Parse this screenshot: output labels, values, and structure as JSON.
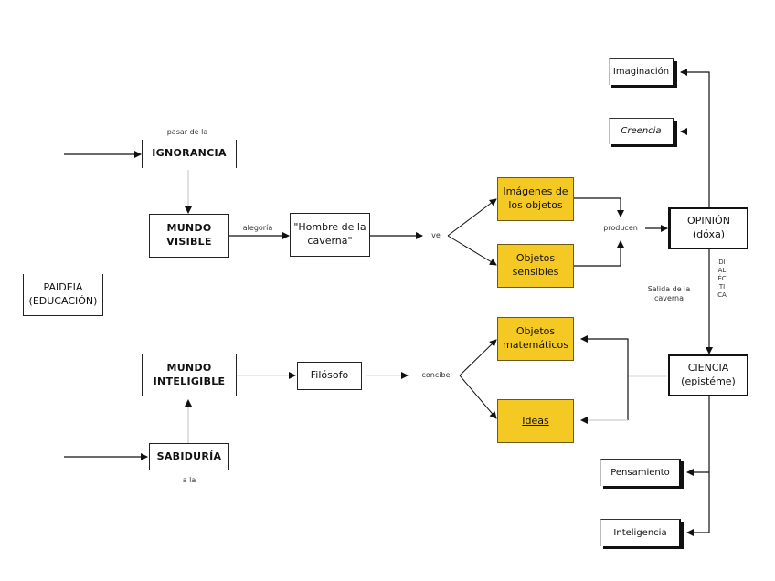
{
  "diagram": {
    "nodes": {
      "paideia": "PAIDEIA\n(EDUCACIÓN)",
      "ignorancia": "IGNORANCIA",
      "mundo_visible": "MUNDO\nVISIBLE",
      "hombre_caverna": "\"Hombre de la\ncaverna\"",
      "imagenes_objetos": "Imágenes de\nlos objetos",
      "objetos_sensibles": "Objetos\nsensibles",
      "opinion": "OPINIÓN\n(dóxa)",
      "imaginacion": "Imaginación",
      "creencia": "Creencia",
      "mundo_inteligible": "MUNDO\nINTELIGIBLE",
      "sabiduria": "SABIDURÍA",
      "filosofo": "Filósofo",
      "objetos_matematicos": "Objetos\nmatemáticos",
      "ideas": "Ideas",
      "ciencia": "CIENCIA\n(epistéme)",
      "pensamiento": "Pensamiento",
      "inteligencia": "Inteligencia"
    },
    "edge_labels": {
      "pasar_de_la": "pasar de la",
      "a_la": "a la",
      "alegoria": "alegoría",
      "ve": "ve",
      "concibe": "concibe",
      "producen": "producen",
      "salida_caverna": "Salida de la\ncaverna",
      "dialectica": "DIALÉCTICA"
    },
    "colors": {
      "highlight_fill": "#f5c924",
      "line": "#111111"
    }
  }
}
